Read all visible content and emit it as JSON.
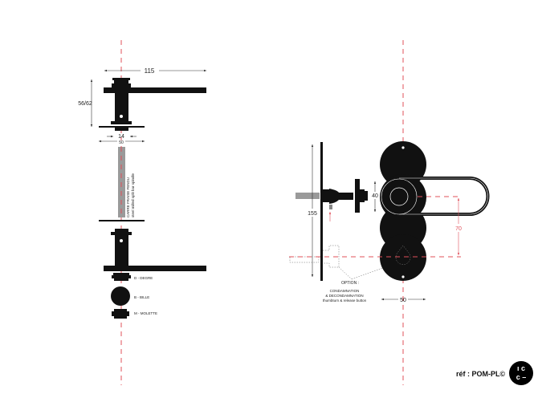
{
  "left_view": {
    "dim_width": "115",
    "dim_height": "56/62",
    "dim_square": "14",
    "dim_rose": "50",
    "spindle_label_fr": "CARRE FRAISE FENDU",
    "spindle_label_en": "steel milled split bar spindle",
    "variants": [
      {
        "label": "D - DEGRE"
      },
      {
        "label": "B - BILLE"
      },
      {
        "label": "M - MOLETTE"
      }
    ]
  },
  "right_view": {
    "dim_plate_height": "155",
    "dim_rose": "40",
    "dim_center": "70",
    "dim_plate_width": "50",
    "option_label": "OPTION :",
    "option_line1": "CONDAMNATION",
    "option_line2": "& DECONDAMNATION",
    "option_line3": "thumbturn & release button"
  },
  "footer": {
    "reference": "réf : POM-PL©",
    "logo_text": "LCC"
  },
  "colors": {
    "ink": "#111111",
    "centerline": "#e0505a",
    "accent_dim": "#e0505a"
  }
}
